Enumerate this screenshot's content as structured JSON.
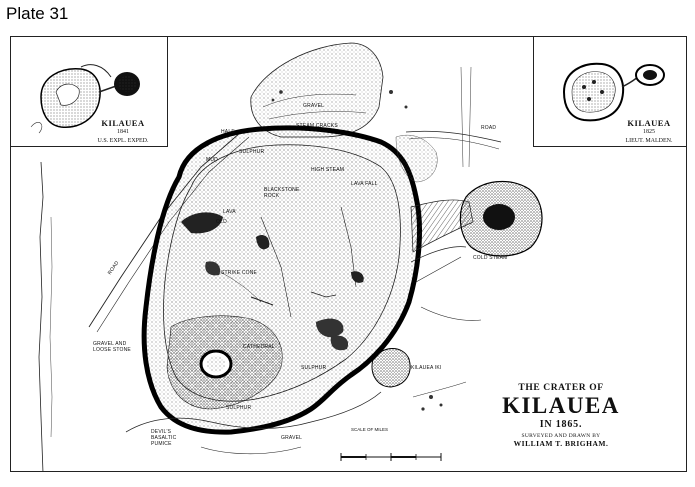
{
  "plate_label": "Plate 31",
  "inset_left": {
    "title": "KILAUEA",
    "year": "1841",
    "credit": "U.S. EXPL. EXPED."
  },
  "inset_right": {
    "title": "KILAUEA",
    "year": "1825",
    "credit": "LIEUT. MALDEN."
  },
  "title_block": {
    "line1": "THE CRATER OF",
    "line2": "KILAUEA",
    "line3": "IN 1865.",
    "line4": "SURVEYED AND DRAWN BY",
    "line5": "WILLIAM T. BRIGHAM."
  },
  "scale_label": "SCALE OF MILES",
  "labels": {
    "gravel_top": "GRAVEL",
    "steam_cracks": "STEAM CRACKS",
    "hale": "HALE",
    "sulphur_top": "SULPHUR",
    "mud": "MUD",
    "road": "ROAD",
    "high_steam": "HIGH STEAM",
    "lava_fall": "LAVA FALL",
    "blackstone_rock": "BLACKSTONE ROCK",
    "lava": "LAVA",
    "old": "OLD",
    "strike_cone": "STRIKE CONE",
    "gravel_and_loose_stone": "GRAVEL AND LOOSE STONE",
    "cathedral": "CATHEDRAL",
    "sulphur_bank": "SULPHUR",
    "gravel_bottom": "GRAVEL",
    "sulphur_bottom": "SULPHUR",
    "devils_basalt": "DEVIL'S BASALTIC PUMICE",
    "kilauea_iki": "KILAUEA IKI",
    "cold_steam": "COLD STEAM",
    "road_left": "ROAD"
  },
  "colors": {
    "ink": "#111111",
    "paper": "#ffffff"
  }
}
